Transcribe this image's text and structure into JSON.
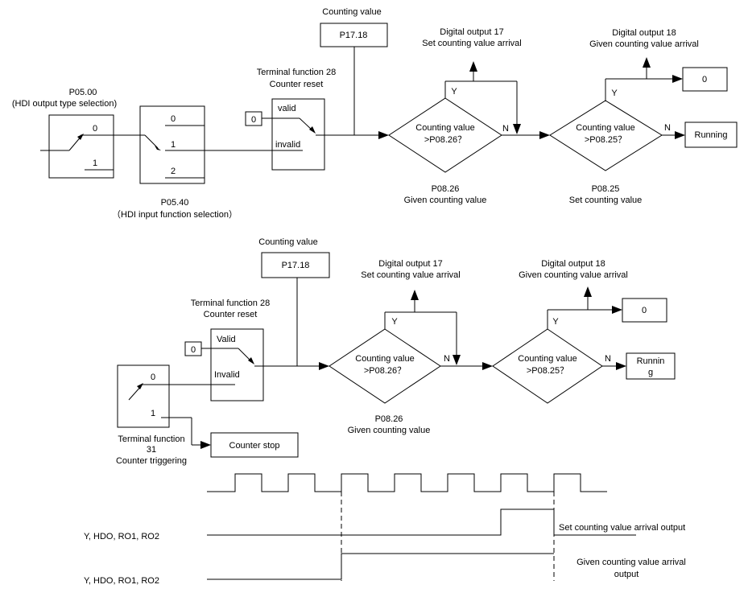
{
  "top": {
    "hdi_output_code": "P05.00",
    "hdi_output_desc": "(HDI output type selection)",
    "sw1_opt0": "0",
    "sw1_opt1": "1",
    "sel_opt0": "0",
    "sel_opt1": "1",
    "sel_opt2": "2",
    "hdi_input_code": "P05.40",
    "hdi_input_desc": "（HDI input function selection）",
    "tf28_title": "Terminal function 28",
    "tf28_sub": "Counter reset",
    "reset_zero": "0",
    "valid": "valid",
    "invalid": "invalid",
    "cv_title": "Counting value",
    "cv_code": "P17.18",
    "do17_title": "Digital output 17",
    "do17_sub": "Set counting value arrival",
    "d1_line1": "Counting value",
    "d1_line2": ">P08.26？",
    "d1_y": "Y",
    "d1_n": "N",
    "p0826_code": "P08.26",
    "p0826_desc": "Given counting value",
    "do18_title": "Digital output 18",
    "do18_sub": "Given counting value arrival",
    "d2_line1": "Counting value",
    "d2_line2": ">P08.25？",
    "d2_y": "Y",
    "d2_n": "N",
    "out_zero": "0",
    "running": "Running",
    "p0825_code": "P08.25",
    "p0825_desc": "Set counting value"
  },
  "bottom": {
    "cv_title": "Counting value",
    "cv_code": "P17.18",
    "tf28_title": "Terminal function 28",
    "tf28_sub": "Counter reset",
    "reset_zero": "0",
    "valid": "Valid",
    "invalid": "Invalid",
    "sw_opt0": "0",
    "sw_opt1": "1",
    "tf31_line1": "Terminal function",
    "tf31_line2": "31",
    "tf31_line3": "Counter triggering",
    "counter_stop": "Counter stop",
    "do17_title": "Digital output 17",
    "do17_sub": "Set counting value arrival",
    "d1_line1": "Counting value",
    "d1_line2": ">P08.26？",
    "d1_y": "Y",
    "d1_n": "N",
    "p0826_code": "P08.26",
    "p0826_desc": "Given counting value",
    "do18_title": "Digital output 18",
    "do18_sub": "Given counting value arrival",
    "d2_line1": "Counting value",
    "d2_line2": ">P08.25？",
    "d2_y": "Y",
    "d2_n": "N",
    "out_zero": "0",
    "running_l1": "Runnin",
    "running_l2": "g"
  },
  "timing": {
    "row1_label": "Y, HDO, RO1, RO2",
    "row1_output": "Set counting value arrival output",
    "row2_label": "Y, HDO, RO1, RO2",
    "row2_output_l1": "Given counting value arrival",
    "row2_output_l2": "output"
  }
}
